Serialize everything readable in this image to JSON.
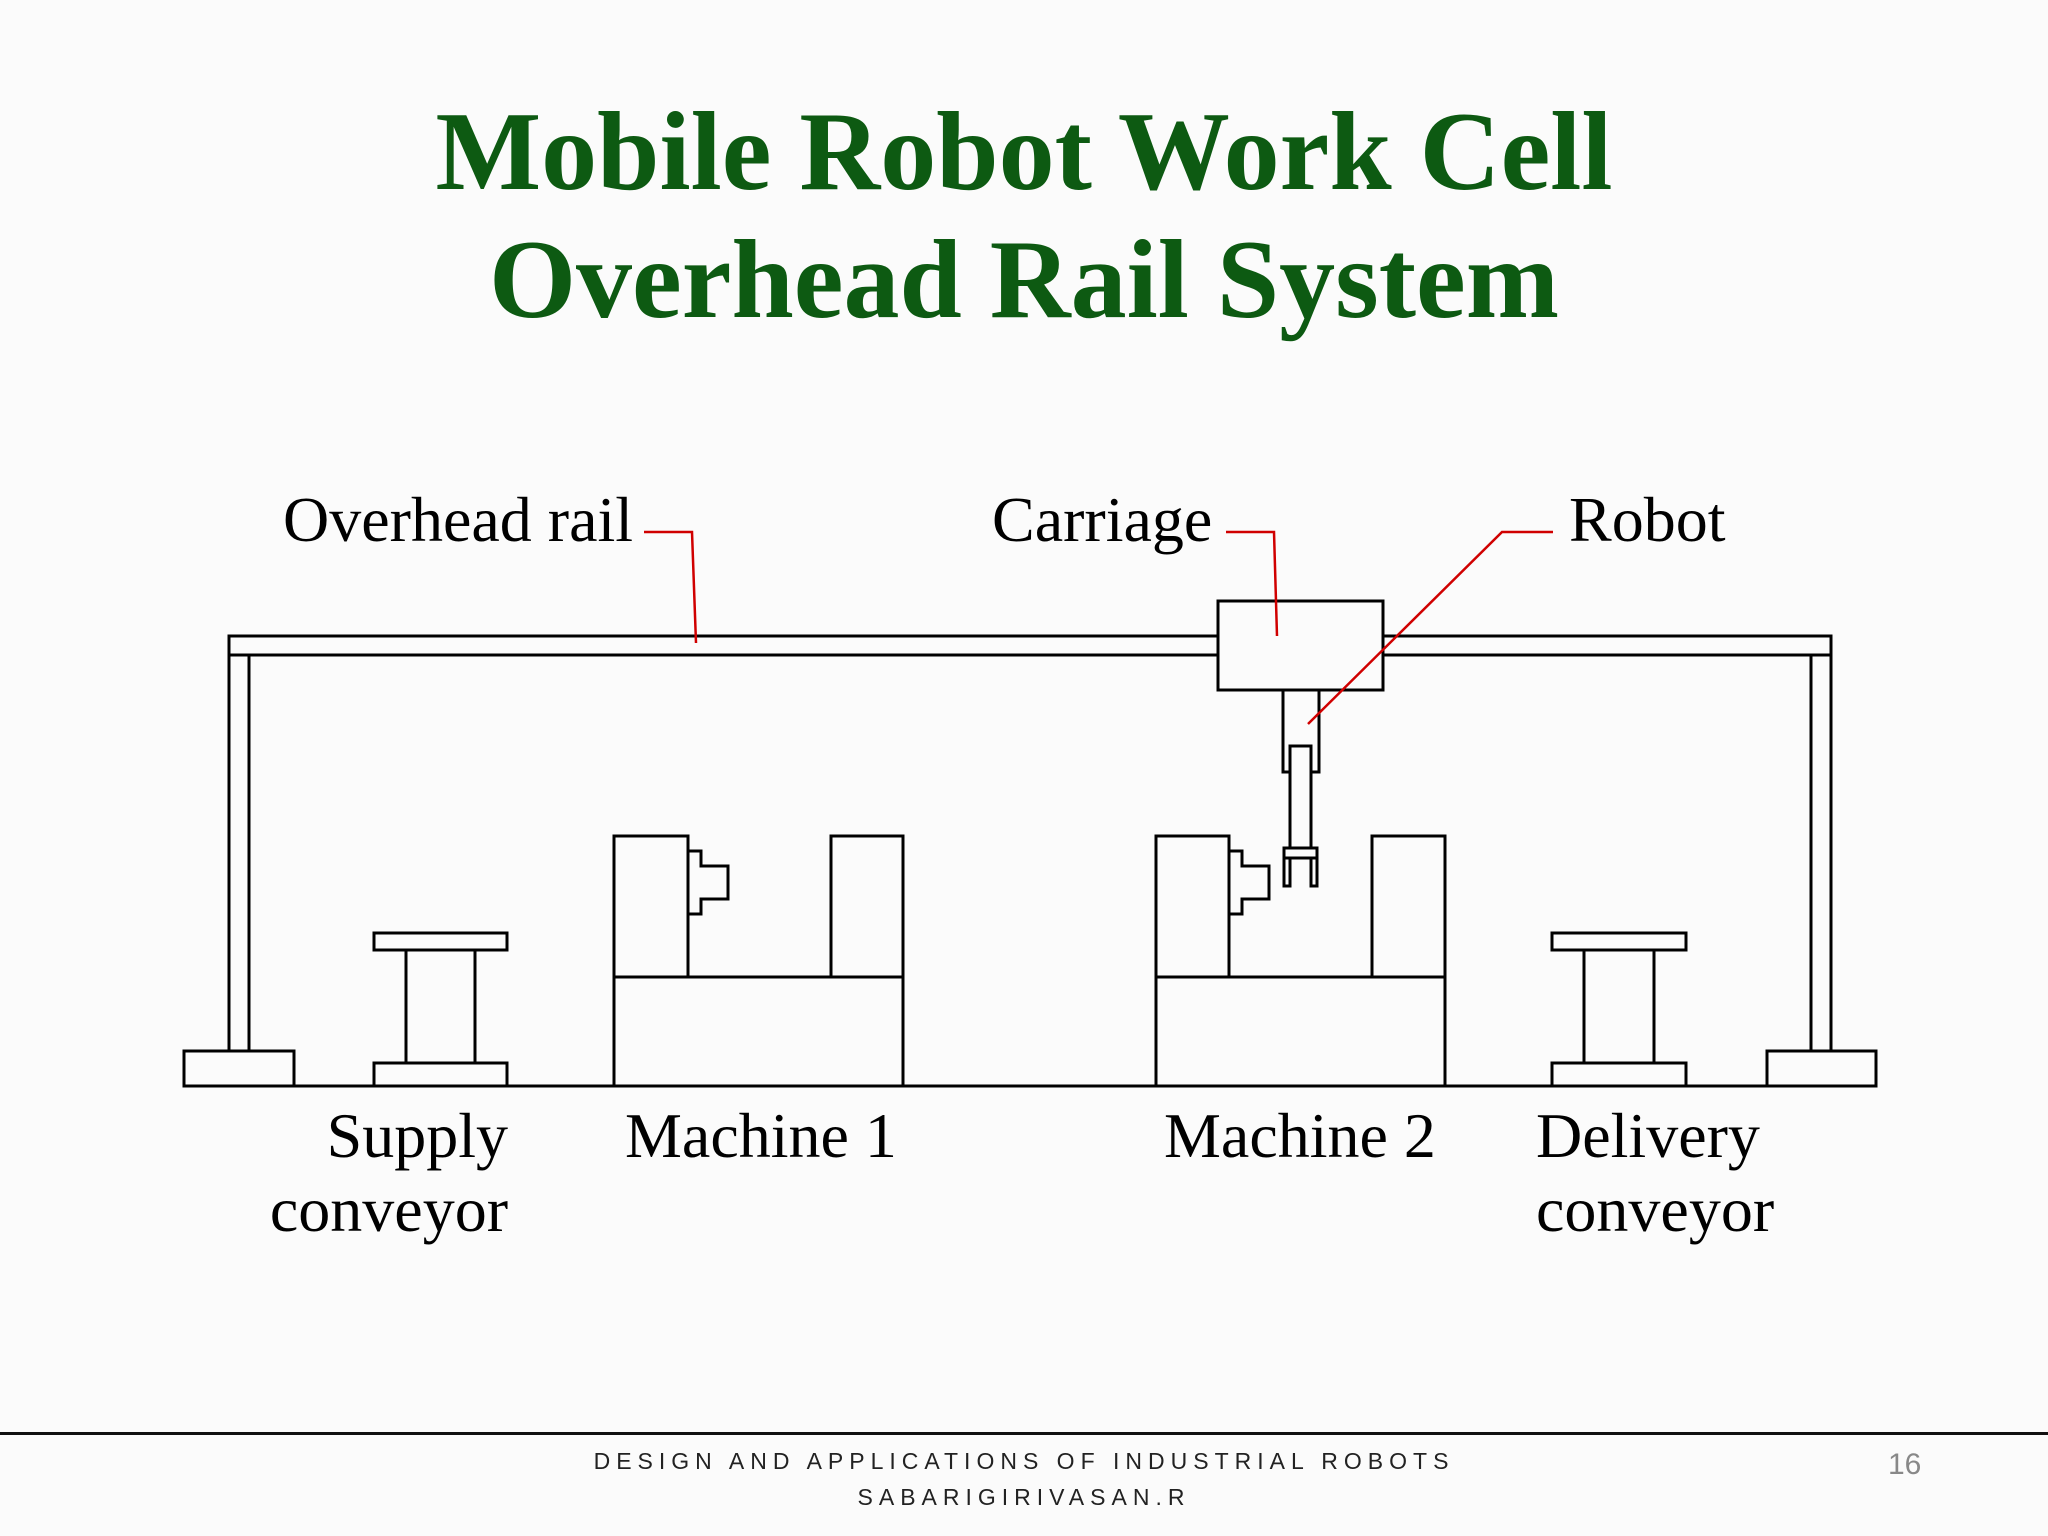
{
  "slide": {
    "title_line1": "Mobile Robot Work Cell",
    "title_line2": "Overhead Rail System"
  },
  "diagram": {
    "labels": {
      "overhead_rail": "Overhead rail",
      "carriage": "Carriage",
      "robot": "Robot",
      "supply_line1": "Supply",
      "supply_line2": "conveyor",
      "machine1": "Machine 1",
      "machine2": "Machine 2",
      "delivery_line1": "Delivery",
      "delivery_line2": "conveyor"
    },
    "colors": {
      "stroke": "#000000",
      "leader": "#d00000",
      "title": "#0d5a12"
    }
  },
  "footer": {
    "course": "DESIGN AND APPLICATIONS OF INDUSTRIAL ROBOTS",
    "author": "SABARIGIRIVASAN.R",
    "page_number": "16"
  }
}
